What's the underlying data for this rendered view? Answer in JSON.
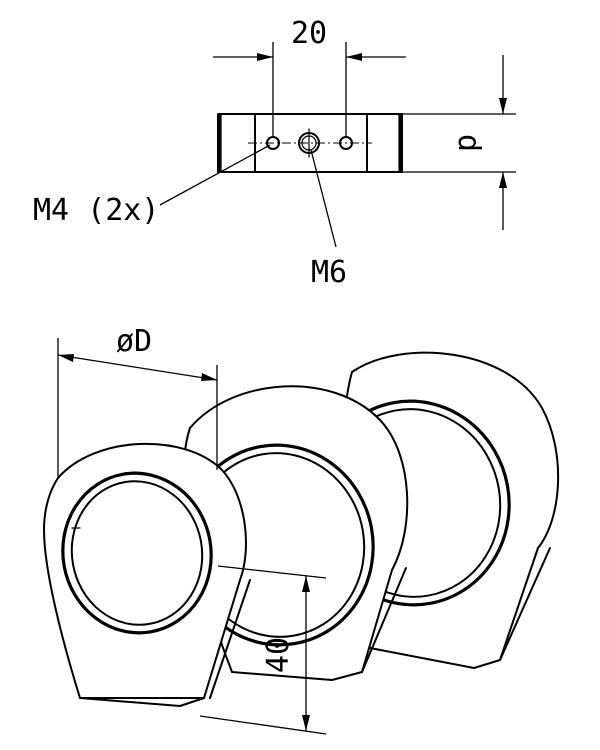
{
  "top_view": {
    "dim_spacing": "20",
    "dim_height": "d",
    "label_m4": "M4 (2x)",
    "label_m6": "M6"
  },
  "iso_view": {
    "dim_diameter": "øD",
    "dim_height": "40"
  }
}
